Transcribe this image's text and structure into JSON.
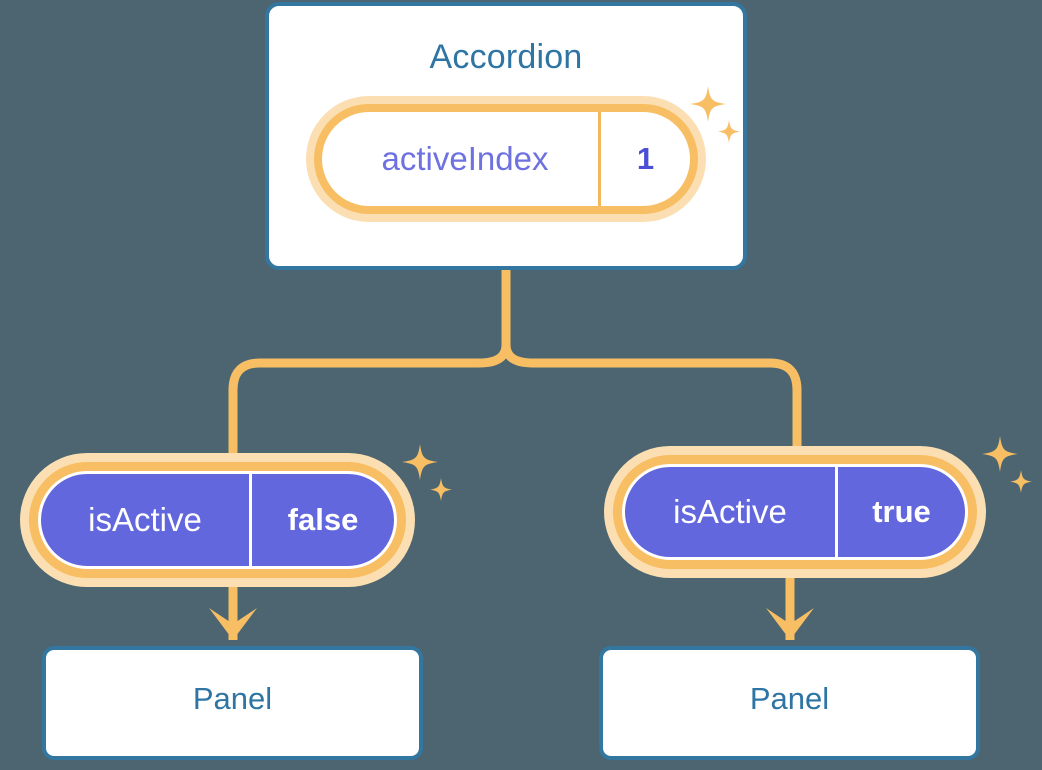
{
  "diagram": {
    "title_node": "Accordion",
    "background_color": "#4c6570",
    "accent_orange": "#f8be63",
    "accent_blue": "#33769f",
    "accent_purple": "#6367dd"
  },
  "root": {
    "label": "Accordion",
    "state_badge": {
      "key": "activeIndex",
      "value": "1"
    }
  },
  "branches": [
    {
      "badge": {
        "key": "isActive",
        "value": "false"
      },
      "child": {
        "label": "Panel"
      }
    },
    {
      "badge": {
        "key": "isActive",
        "value": "true"
      },
      "child": {
        "label": "Panel"
      }
    }
  ],
  "icons": {
    "sparkle_large": "sparkle-icon",
    "sparkle_small": "sparkle-icon",
    "arrow_down": "arrow-down-icon"
  }
}
